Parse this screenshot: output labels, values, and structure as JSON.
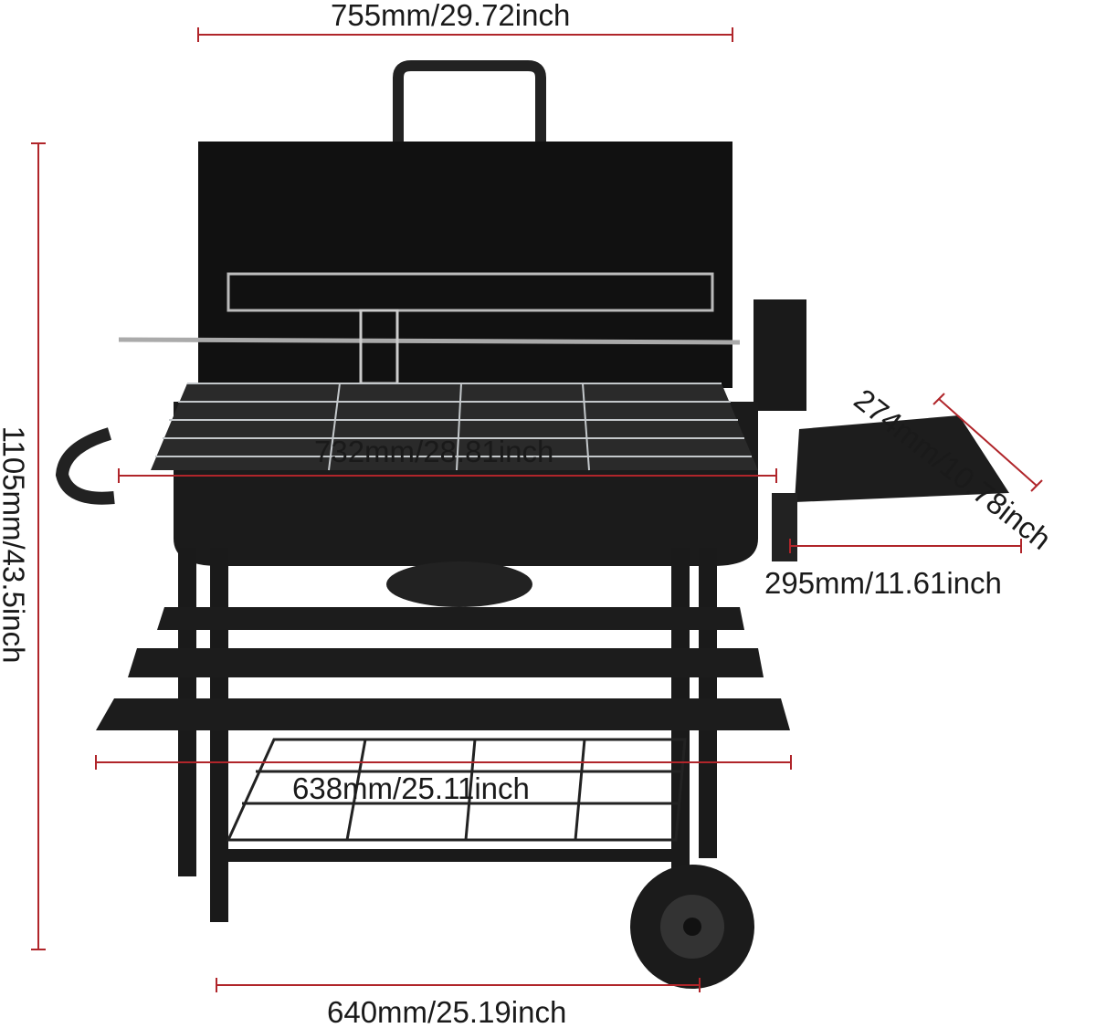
{
  "colors": {
    "dimension_line": "#b0252a",
    "grill_body": "#1c1c1c",
    "grate": "#bfc3c6"
  },
  "dimensions": {
    "overall_width": "755mm/29.72inch",
    "overall_height": "1105mm/43.5inch",
    "grate_width": "732mm/28.81inch",
    "side_table_depth": "274mm/10.78inch",
    "side_table_width": "295mm/11.61inch",
    "front_shelf_width": "638mm/25.11inch",
    "leg_span": "640mm/25.19inch"
  }
}
